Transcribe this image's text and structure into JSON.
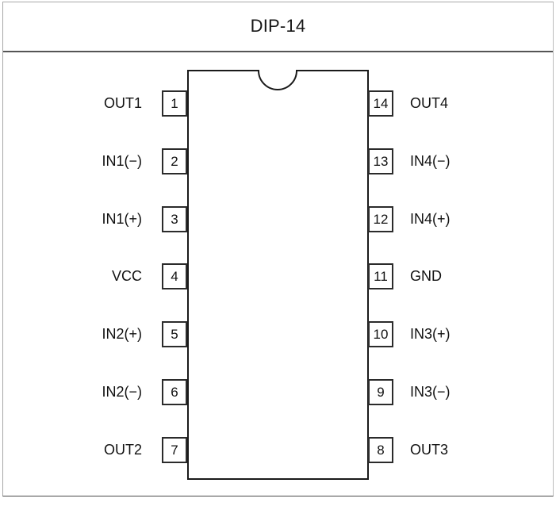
{
  "header": {
    "title": "DIP-14"
  },
  "package": {
    "name": "DIP-14",
    "pin_count": 14,
    "notch_position": "top-center",
    "notch_shape": "semicircle"
  },
  "colors": {
    "outline": "#1a1a1a",
    "pin_box_border": "#2b2b2b",
    "text": "#111111",
    "panel_border": "#a8a8a8",
    "header_divider": "#555555",
    "background": "#ffffff"
  },
  "pins": {
    "left": [
      {
        "number": "1",
        "label": "OUT1"
      },
      {
        "number": "2",
        "label": "IN1(−)"
      },
      {
        "number": "3",
        "label": "IN1(+)"
      },
      {
        "number": "4",
        "label": "VCC"
      },
      {
        "number": "5",
        "label": "IN2(+)"
      },
      {
        "number": "6",
        "label": "IN2(−)"
      },
      {
        "number": "7",
        "label": "OUT2"
      }
    ],
    "right": [
      {
        "number": "14",
        "label": "OUT4"
      },
      {
        "number": "13",
        "label": "IN4(−)"
      },
      {
        "number": "12",
        "label": "IN4(+)"
      },
      {
        "number": "11",
        "label": "GND"
      },
      {
        "number": "10",
        "label": "IN3(+)"
      },
      {
        "number": "9",
        "label": "IN3(−)"
      },
      {
        "number": "8",
        "label": "OUT3"
      }
    ]
  }
}
